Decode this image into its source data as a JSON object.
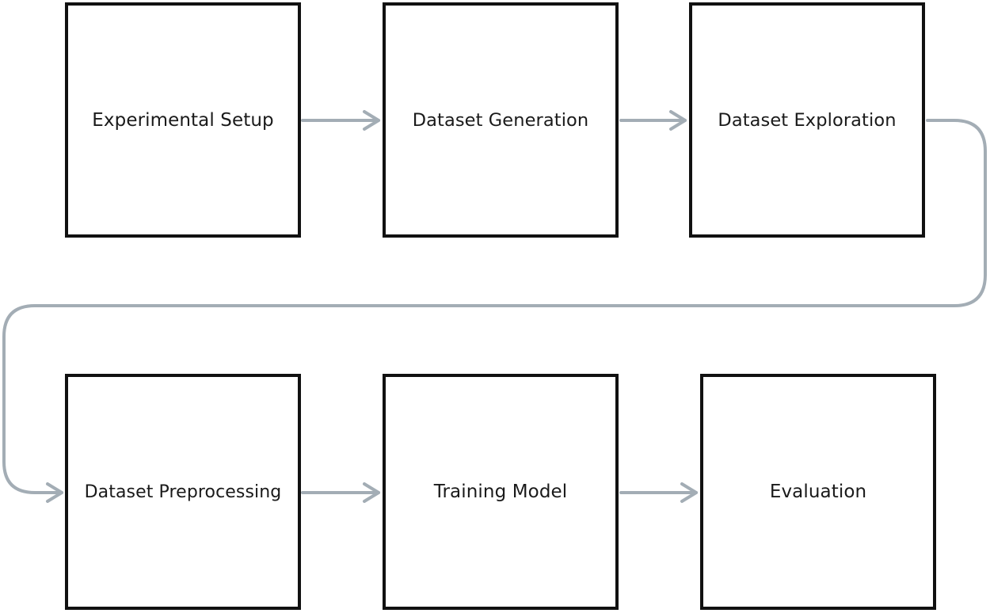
{
  "diagram": {
    "type": "flowchart",
    "connector_color": "#a3adb5",
    "border_color": "#111111",
    "steps": [
      {
        "id": "experimental-setup",
        "label": "Experimental Setup"
      },
      {
        "id": "dataset-generation",
        "label": "Dataset Generation"
      },
      {
        "id": "dataset-exploration",
        "label": "Dataset Exploration"
      },
      {
        "id": "dataset-preprocessing",
        "label": "Dataset Preprocessing"
      },
      {
        "id": "training-model",
        "label": "Training Model"
      },
      {
        "id": "evaluation",
        "label": "Evaluation"
      }
    ],
    "edges": [
      {
        "from": "experimental-setup",
        "to": "dataset-generation"
      },
      {
        "from": "dataset-generation",
        "to": "dataset-exploration"
      },
      {
        "from": "dataset-exploration",
        "to": "dataset-preprocessing"
      },
      {
        "from": "dataset-preprocessing",
        "to": "training-model"
      },
      {
        "from": "training-model",
        "to": "evaluation"
      }
    ]
  }
}
